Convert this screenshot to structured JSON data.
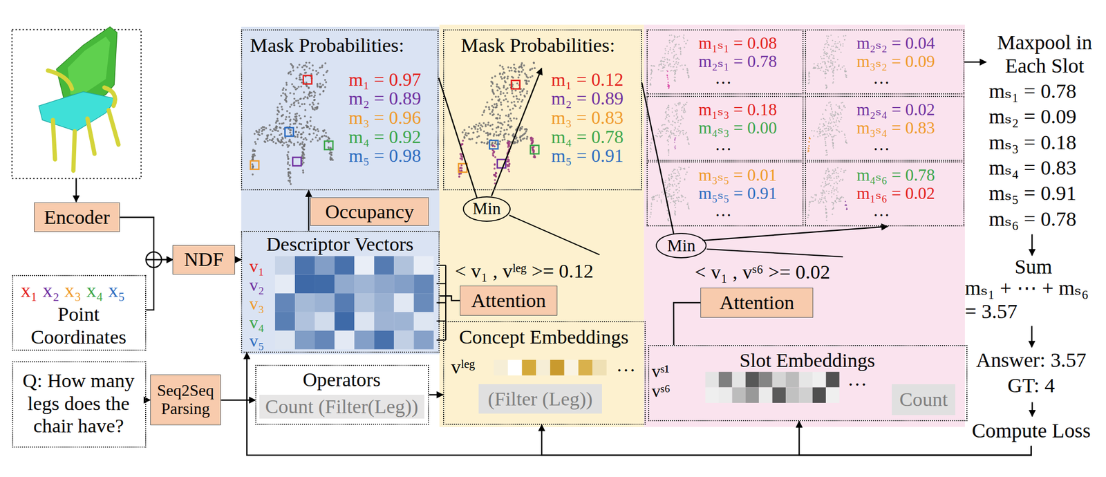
{
  "diagram": {
    "nodes": [
      {
        "text": [
          "Encoder"
        ]
      },
      {
        "text": [
          "x₁",
          "x₂",
          "x₃",
          "x₄",
          "x₅",
          "Point Coordinates"
        ]
      },
      {
        "text": [
          "Q: How many legs does the chair have?"
        ]
      },
      {
        "text": [
          "Seq2Seq Parsing"
        ]
      },
      {
        "text": [
          "NDF"
        ]
      },
      {
        "text": [
          "Mask Probabilities:",
          "m₁ = 0.97",
          "m₂ = 0.89",
          "m₃ = 0.96",
          "m₄ = 0.92",
          "m₅ = 0.98"
        ]
      },
      {
        "text": [
          "Occupancy"
        ]
      },
      {
        "text": [
          "Descriptor Vectors",
          "v₁",
          "v₂",
          "v₃",
          "v₄",
          "v₅"
        ]
      },
      {
        "text": [
          "Operators",
          "Count (Filter(Leg))"
        ]
      },
      {
        "text": [
          "Mask Probabilities:",
          "m₁ = 0.12",
          "m₂ = 0.89",
          "m₃ = 0.83",
          "m₄ = 0.78",
          "m₅ = 0.91"
        ]
      },
      {
        "text": [
          "Min"
        ]
      },
      {
        "text": [
          "Attention"
        ]
      },
      {
        "text": [
          "Concept Embeddings",
          "vˡᵉᵍ",
          "…"
        ]
      },
      {
        "text": [
          "(Filter (Leg))"
        ],
        "in": 12
      },
      {
        "text": [
          "m₁ₛ₁ = 0.08",
          "m₂ₛ₁ = 0.78",
          "…"
        ]
      },
      {
        "text": [
          "m₂ₛ₂ = 0.04",
          "m₃ₛ₂ = 0.09",
          "…"
        ]
      },
      {
        "text": [
          "m₁ₛ₃ = 0.18",
          "m₄ₛ₃ = 0.00",
          "…"
        ]
      },
      {
        "text": [
          "m₂ₛ₄ = 0.02",
          "m₃ₛ₄ = 0.83",
          "…"
        ]
      },
      {
        "text": [
          "m₃ₛ₅ = 0.01",
          "m₅ₛ₅ = 0.91",
          "…"
        ]
      },
      {
        "text": [
          "m₄ₛ₆ = 0.78",
          "m₁ₛ₆ = 0.02",
          "…"
        ]
      },
      {
        "text": [
          "Min"
        ]
      },
      {
        "text": [
          "Attention"
        ]
      },
      {
        "text": [
          "Slot Embeddings",
          "…"
        ]
      },
      {
        "text": [
          "Count"
        ],
        "in": 22
      },
      {
        "text": [
          "Maxpool in Each Slot",
          "mₛ₁ = 0.78",
          "mₛ₂ = 0.09",
          "mₛ₃ = 0.18",
          "mₛ₄ = 0.83",
          "mₛ₅ = 0.91",
          "mₛ₆ = 0.78"
        ]
      },
      {
        "text": [
          "Sum",
          "mₛ₁ + ⋯ + mₛ₆ = 3.57"
        ]
      },
      {
        "text": [
          "Answer: 3.57",
          "GT: 4"
        ]
      },
      {
        "text": [
          "Compute Loss"
        ]
      }
    ],
    "edges": [
      {
        "from": 0,
        "to": 4,
        "arrow": "to"
      },
      {
        "from": 1,
        "to": 4,
        "arrow": "to"
      },
      {
        "from": 2,
        "to": 3,
        "arrow": "to"
      },
      {
        "from": 3,
        "to": 8,
        "arrow": "to"
      },
      {
        "from": 4,
        "to": 7,
        "arrow": "to"
      },
      {
        "from": 7,
        "to": 5,
        "arrow": "to"
      },
      {
        "from": 8,
        "to": 12,
        "arrow": "to"
      },
      {
        "from": 7,
        "to": 11,
        "arrow": "none"
      },
      {
        "from": 5,
        "to": 10,
        "arrow": "none"
      },
      {
        "from": 10,
        "to": 9,
        "arrow": "to"
      },
      {
        "from": 9,
        "to": 20,
        "arrow": "none"
      },
      {
        "from": 20,
        "to": 19,
        "arrow": "to"
      },
      {
        "from": 22,
        "to": 21,
        "arrow": "none"
      },
      {
        "from": 15,
        "to": 24,
        "arrow": "to"
      },
      {
        "from": 24,
        "to": 25,
        "arrow": "to"
      },
      {
        "from": 25,
        "to": 26,
        "arrow": "to"
      },
      {
        "from": 26,
        "to": 27,
        "arrow": "to"
      },
      {
        "from": 27,
        "to": 7,
        "arrow": "to"
      },
      {
        "from": 27,
        "to": 12,
        "arrow": "to"
      },
      {
        "from": 27,
        "to": 22,
        "arrow": "to"
      }
    ],
    "labels": [
      "< v₁ , vˡᵉᵍ >= 0.12",
      "< v₁ , vˢ⁶ >= 0.02",
      "vˢ¹",
      "vˢ⁶"
    ]
  }
}
